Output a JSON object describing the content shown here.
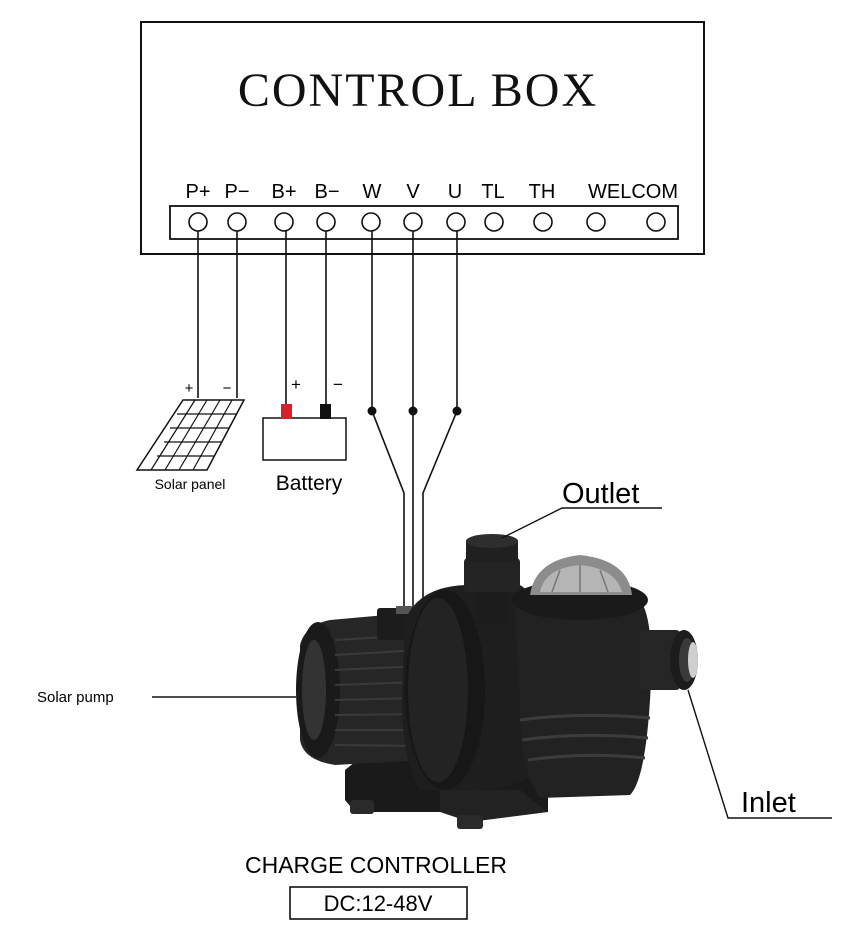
{
  "control_box": {
    "title": "CONTROL BOX",
    "terminals": [
      "P+",
      "P−",
      "B+",
      "B−",
      "W",
      "V",
      "U",
      "TL",
      "TH",
      "WELCOM"
    ]
  },
  "solar_panel": {
    "label": "Solar panel",
    "plus": "+",
    "minus": "−"
  },
  "battery": {
    "label": "Battery",
    "plus": "+",
    "minus": "−",
    "plus_color": "#d8202a",
    "minus_color": "#111111"
  },
  "pump": {
    "label": "Solar pump",
    "outlet_label": "Outlet",
    "inlet_label": "Inlet"
  },
  "footer": {
    "title": "CHARGE CONTROLLER",
    "spec": "DC:12-48V"
  },
  "colors": {
    "line": "#111111",
    "pump_body": "#1c1c1c",
    "background": "#ffffff"
  }
}
